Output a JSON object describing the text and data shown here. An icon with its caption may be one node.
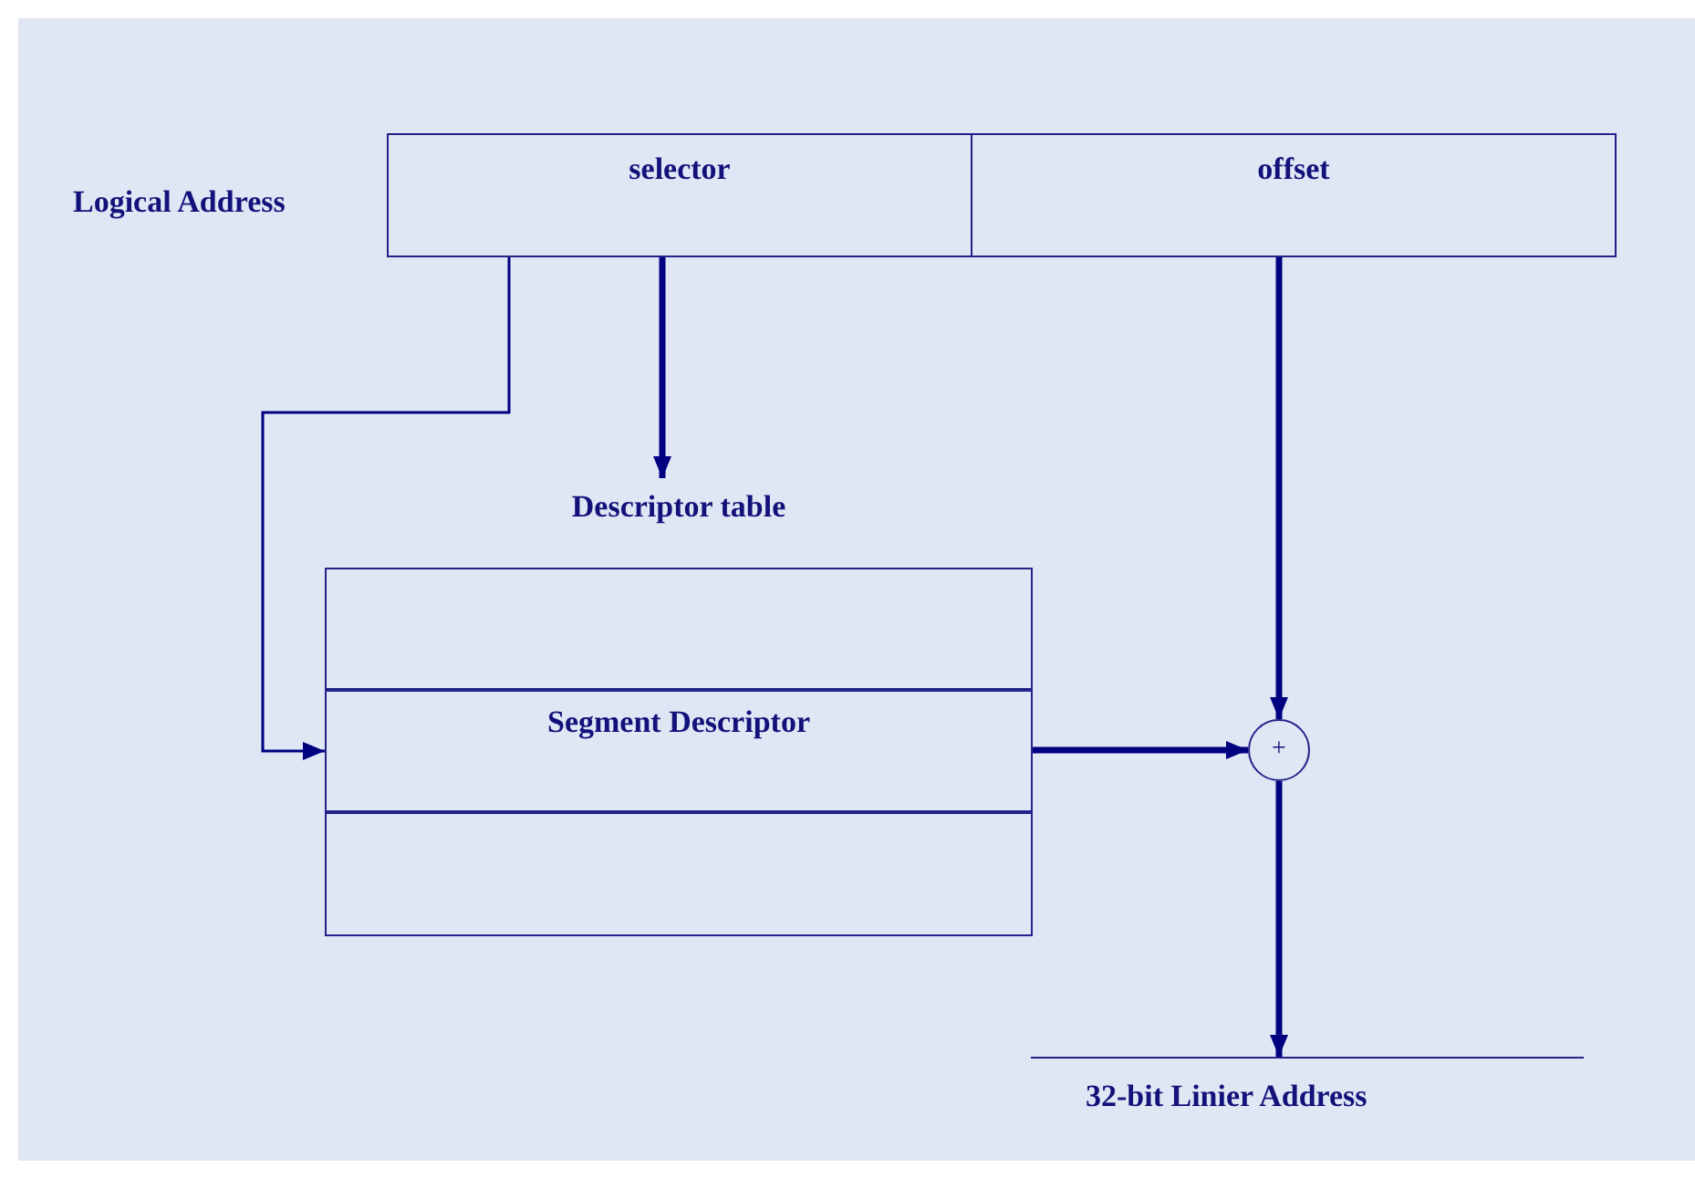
{
  "diagram": {
    "nodes": [
      {
        "text": [
          "Logical Address"
        ]
      },
      {
        "text": [
          "selector"
        ],
        "in": 0
      },
      {
        "text": [
          "offset"
        ],
        "in": 0
      },
      {
        "text": [
          "Descriptor table"
        ]
      },
      {
        "text": [],
        "shape": "box",
        "in": 3
      },
      {
        "text": [
          "Segment Descriptor"
        ],
        "in": 3
      },
      {
        "text": [],
        "shape": "box",
        "in": 3
      },
      {
        "text": [
          "+"
        ]
      },
      {
        "text": [
          "32-bit Linier Address"
        ]
      }
    ],
    "edges": [
      {
        "from": 1,
        "to": 3,
        "arrow": "to"
      },
      {
        "from": 1,
        "to": 5,
        "arrow": "to"
      },
      {
        "from": 2,
        "to": 7,
        "arrow": "to"
      },
      {
        "from": 5,
        "to": 7,
        "arrow": "to"
      },
      {
        "from": 7,
        "to": 8,
        "arrow": "to"
      }
    ]
  }
}
